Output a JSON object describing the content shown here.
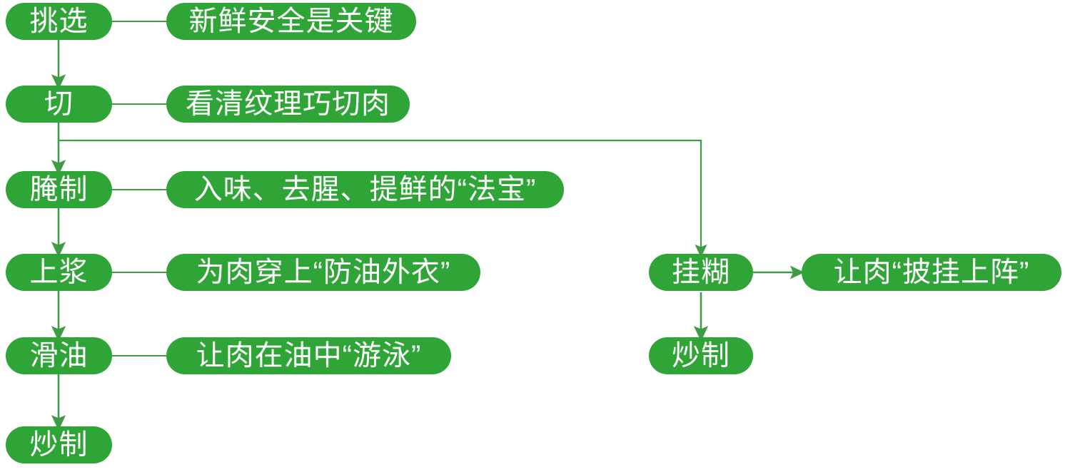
{
  "diagram": {
    "title_text": "",
    "colors": {
      "node_fill": "#2FA537",
      "node_text": "#FFFFFF",
      "edge_stroke": "#3F9C46",
      "background": "#FFFFFF"
    },
    "steps": [
      {
        "id": "step-tiaoxuan",
        "label": "挑选",
        "desc": "新鲜安全是关键"
      },
      {
        "id": "step-qie",
        "label": "切",
        "desc": "看清纹理巧切肉"
      },
      {
        "id": "step-yanzhi",
        "label": "腌制",
        "desc": "入味、去腥、提鲜的“法宝”"
      },
      {
        "id": "step-shangjiang",
        "label": "上浆",
        "desc": "为肉穿上“防油外衣”"
      },
      {
        "id": "step-huayou",
        "label": "滑油",
        "desc": "让肉在油中“游泳”"
      },
      {
        "id": "step-chaozhi",
        "label": "炒制",
        "desc": ""
      }
    ],
    "branch": [
      {
        "id": "step-guahu",
        "label": "挂糊",
        "desc": "让肉“披挂上阵”"
      },
      {
        "id": "step-chaozhi-branch",
        "label": "炒制",
        "desc": ""
      }
    ]
  }
}
